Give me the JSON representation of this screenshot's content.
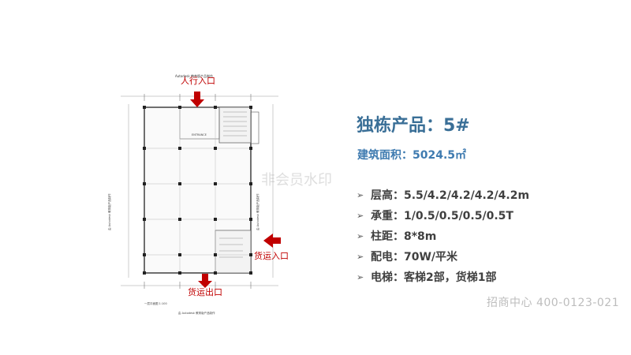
{
  "plan": {
    "top_header": "Autodesk 教育版产品制作",
    "side_text": "由 Autodesk 教育版产品制作",
    "bottom_text": "由 Autodesk 教育版产品制作",
    "scale_note": "一层平面图 1:100",
    "labels": {
      "pedestrian_entrance": "人行入口",
      "cargo_entrance": "货运入口",
      "cargo_exit": "货运出口"
    },
    "arrow_color": "#c00000"
  },
  "watermark": "非会员水印",
  "title": "独栋产品：5#",
  "area": "建筑面积：5024.5㎡",
  "specs": [
    {
      "label": "层高：5.5/4.2/4.2/4.2/4.2m"
    },
    {
      "label": "承重：1/0.5/0.5/0.5/0.5T"
    },
    {
      "label": "柱距：8*8m"
    },
    {
      "label": "配电：70W/平米"
    },
    {
      "label": "电梯：客梯2部，货梯1部"
    }
  ],
  "contact": "招商中心  400-0123-021",
  "colors": {
    "title": "#3a6f97",
    "area": "#3f7bb0",
    "text": "#404040"
  }
}
